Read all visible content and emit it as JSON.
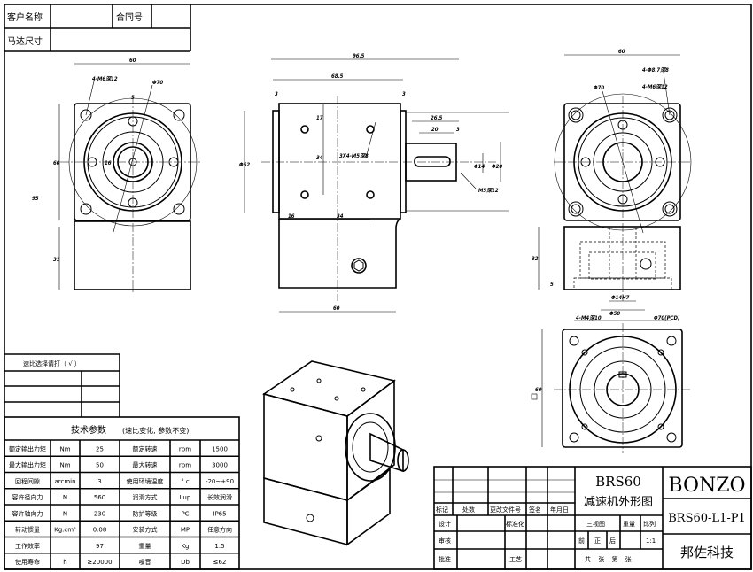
{
  "header_table": {
    "customer_name_label": "客户名称",
    "contract_no_label": "合同号",
    "motor_size_label": "马达尺寸"
  },
  "left_view": {
    "dims": [
      "60",
      "4-M6深12",
      "Φ70",
      "5",
      "16",
      "60",
      "95",
      "31"
    ]
  },
  "front_view": {
    "dims": [
      "96.5",
      "68.5",
      "3",
      "3",
      "26.5",
      "20",
      "3",
      "17",
      "34",
      "3X4-M5深8",
      "Φ14",
      "Φ20",
      "M5深12",
      "Φ52",
      "16",
      "34",
      "60"
    ]
  },
  "right_view": {
    "dims": [
      "60",
      "4-Φ8.7深8",
      "4-M6深12",
      "Φ70",
      "32",
      "5",
      "Φ14H7",
      "Φ50",
      "4-M4深10",
      "Φ70(PCD)"
    ]
  },
  "bottom_view": {
    "dims": [
      "60"
    ]
  },
  "ratio_table": {
    "title": "速比选择请打（ √ ）",
    "rows": [
      [
        "",
        ""
      ],
      [
        "",
        ""
      ],
      [
        "",
        ""
      ]
    ]
  },
  "tech_table": {
    "title": "技术参数",
    "note": "(速比变化, 参数不变)",
    "rows": [
      [
        "额定输出力矩",
        "Nm",
        "25",
        "额定转速",
        "rpm",
        "1500"
      ],
      [
        "最大输出力矩",
        "Nm",
        "50",
        "最大转速",
        "rpm",
        "3000"
      ],
      [
        "回程间隙",
        "arcmin",
        "3",
        "使用环境温度",
        "° c",
        "-20~+90"
      ],
      [
        "容许径向力",
        "N",
        "560",
        "润滑方式",
        "Lup",
        "长效润滑"
      ],
      [
        "容许轴向力",
        "N",
        "230",
        "防护等级",
        "PC",
        "IP65"
      ],
      [
        "转动惯量",
        "Kg.cm²",
        "0.08",
        "安装方式",
        "MP",
        "任意方向"
      ],
      [
        "工作效率",
        "",
        "97",
        "重量",
        "Kg",
        "1.5"
      ],
      [
        "使用寿命",
        "h",
        "≥20000",
        "噪音",
        "Db",
        "≤62"
      ]
    ]
  },
  "title_block": {
    "revision_headers": [
      "标记",
      "处数",
      "更改文件号",
      "签名",
      "年月日"
    ],
    "design": "设计",
    "standardization": "标准化",
    "review": "审核",
    "approve": "批准",
    "process": "工艺",
    "drawing_title_1": "BRS60",
    "drawing_title_2": "减速机外形图",
    "three_view": "三视图",
    "weight": "重量",
    "scale": "比列",
    "front": "前",
    "main": "正",
    "rear": "后",
    "scale_value": "1:1",
    "sheets": "共  张  第  张",
    "brand": "BONZO",
    "drawing_no": "BRS60-L1-P1",
    "company": "邦佐科技"
  }
}
